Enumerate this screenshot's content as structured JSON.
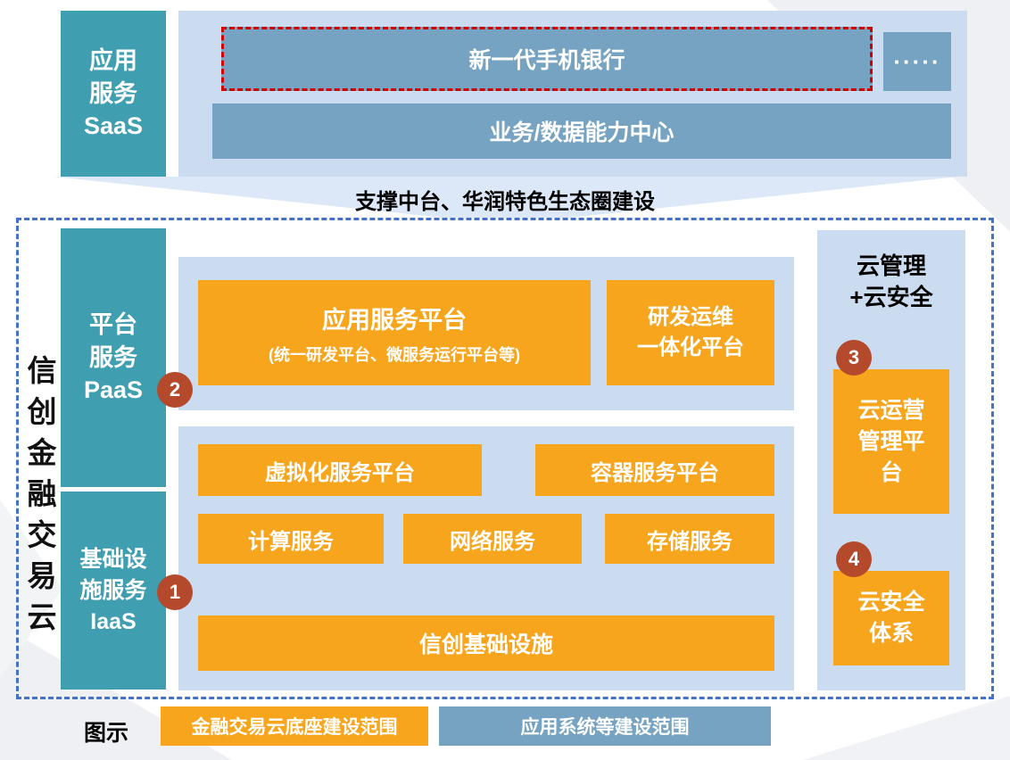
{
  "colors": {
    "teal": "#3F9EAF",
    "orange": "#F7A51D",
    "bluegray": "#76A3C1",
    "panel": "#CBDCF0",
    "badge": "#B5492C",
    "dash": "#4472C4",
    "red": "#D00000",
    "arrow": "#DCE8F7"
  },
  "saas": {
    "label": "应用\n服务\nSaaS",
    "mobile_bank": "新一代手机银行",
    "dots": "·····",
    "biz_center": "业务/数据能力中心"
  },
  "caption": "支撑中台、华润特色生态圈建设",
  "cloud": {
    "vertical_title": "信创金融交易云",
    "paas": {
      "label": "平台\n服务\nPaaS",
      "badge": "2"
    },
    "iaas": {
      "label": "基础设\n施服务\nIaaS",
      "badge": "1"
    },
    "paas_boxes": {
      "app_platform_title": "应用服务平台",
      "app_platform_sub": "(统一研发平台、微服务运行平台等)",
      "devops": "研发运维\n一体化平台"
    },
    "iaas_boxes": {
      "virtualization": "虚拟化服务平台",
      "container": "容器服务平台",
      "compute": "计算服务",
      "network": "网络服务",
      "storage": "存储服务",
      "infra": "信创基础设施"
    },
    "right": {
      "header": "云管理\n+云安全",
      "ops_badge": "3",
      "ops": "云运营\n管理平\n台",
      "sec_badge": "4",
      "security": "云安全\n体系"
    }
  },
  "legend": {
    "label": "图示",
    "scope_base": "金融交易云底座建设范围",
    "scope_app": "应用系统等建设范围"
  }
}
